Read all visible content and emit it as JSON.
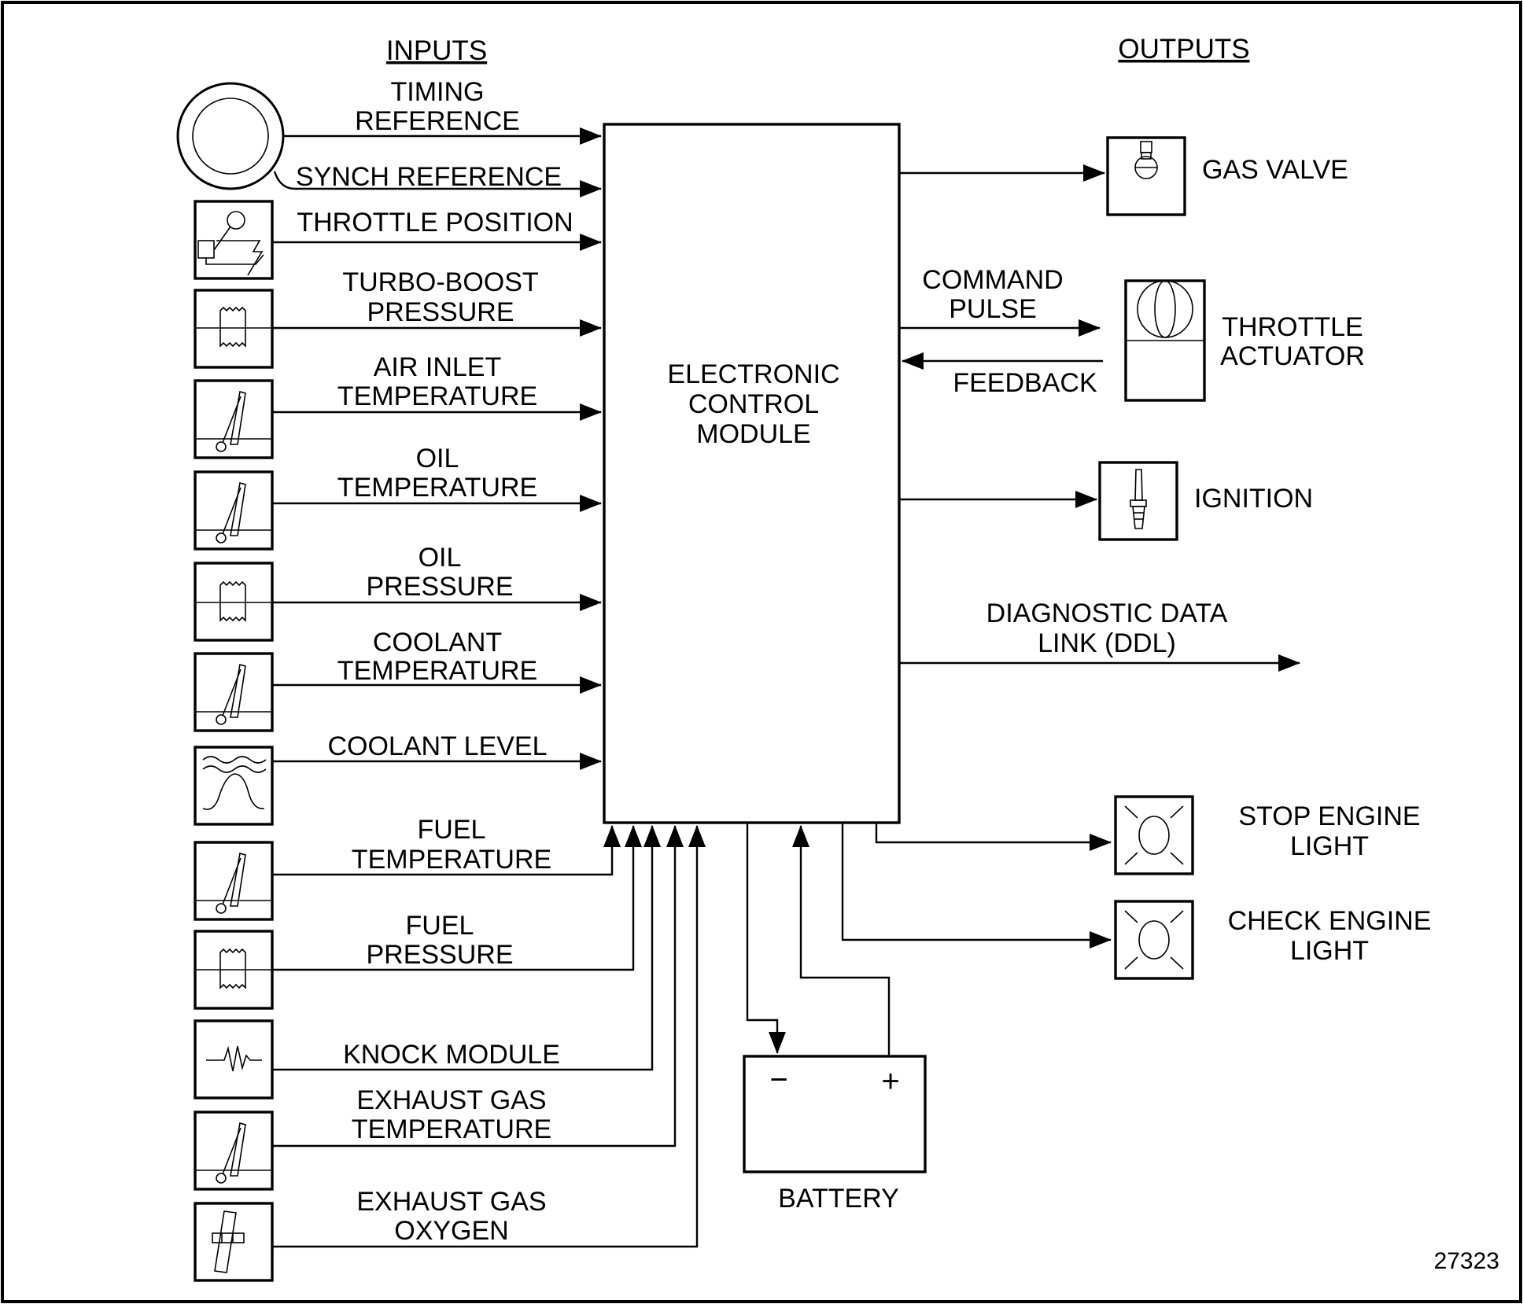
{
  "headers": {
    "inputs": "INPUTS",
    "outputs": "OUTPUTS"
  },
  "ecm": {
    "line1": "ELECTRONIC",
    "line2": "CONTROL",
    "line3": "MODULE"
  },
  "inputs": {
    "timing_reference": [
      "TIMING",
      "REFERENCE"
    ],
    "synch_reference": "SYNCH REFERENCE",
    "throttle_position": "THROTTLE POSITION",
    "turbo_boost_pressure": [
      "TURBO-BOOST",
      "PRESSURE"
    ],
    "air_inlet_temperature": [
      "AIR INLET",
      "TEMPERATURE"
    ],
    "oil_temperature": [
      "OIL",
      "TEMPERATURE"
    ],
    "oil_pressure": [
      "OIL",
      "PRESSURE"
    ],
    "coolant_temperature": [
      "COOLANT",
      "TEMPERATURE"
    ],
    "coolant_level": "COOLANT LEVEL",
    "fuel_temperature": [
      "FUEL",
      "TEMPERATURE"
    ],
    "fuel_pressure": [
      "FUEL",
      "PRESSURE"
    ],
    "knock_module": "KNOCK MODULE",
    "exhaust_gas_temperature": [
      "EXHAUST GAS",
      "TEMPERATURE"
    ],
    "exhaust_gas_oxygen": [
      "EXHAUST GAS",
      "OXYGEN"
    ]
  },
  "outputs": {
    "gas_valve": "GAS VALVE",
    "command_pulse": [
      "COMMAND",
      "PULSE"
    ],
    "feedback": "FEEDBACK",
    "throttle_actuator": [
      "THROTTLE",
      "ACTUATOR"
    ],
    "ignition": "IGNITION",
    "diagnostic_data_link": [
      "DIAGNOSTIC DATA",
      "LINK (DDL)"
    ],
    "stop_engine_light": [
      "STOP ENGINE",
      "LIGHT"
    ],
    "check_engine_light": [
      "CHECK ENGINE",
      "LIGHT"
    ]
  },
  "battery": {
    "label": "BATTERY",
    "minus": "−",
    "plus": "+"
  },
  "figure_number": "27323",
  "icons": {
    "timing_sensor": "magnetic-pickup-icon",
    "throttle_sensor": "throttle-position-sensor-icon",
    "pressure_sensor": "pressure-sensor-icon",
    "temperature_sensor": "temperature-sensor-icon",
    "level_sensor": "coolant-level-sensor-icon",
    "knock_sensor": "knock-sensor-icon",
    "oxygen_sensor": "oxygen-sensor-icon",
    "gas_valve": "gas-valve-icon",
    "throttle_actuator": "throttle-actuator-icon",
    "ignition": "spark-plug-icon",
    "warning_light": "lamp-icon",
    "battery": "battery-icon"
  },
  "colors": {
    "ink": "#000000",
    "background": "#ffffff"
  }
}
